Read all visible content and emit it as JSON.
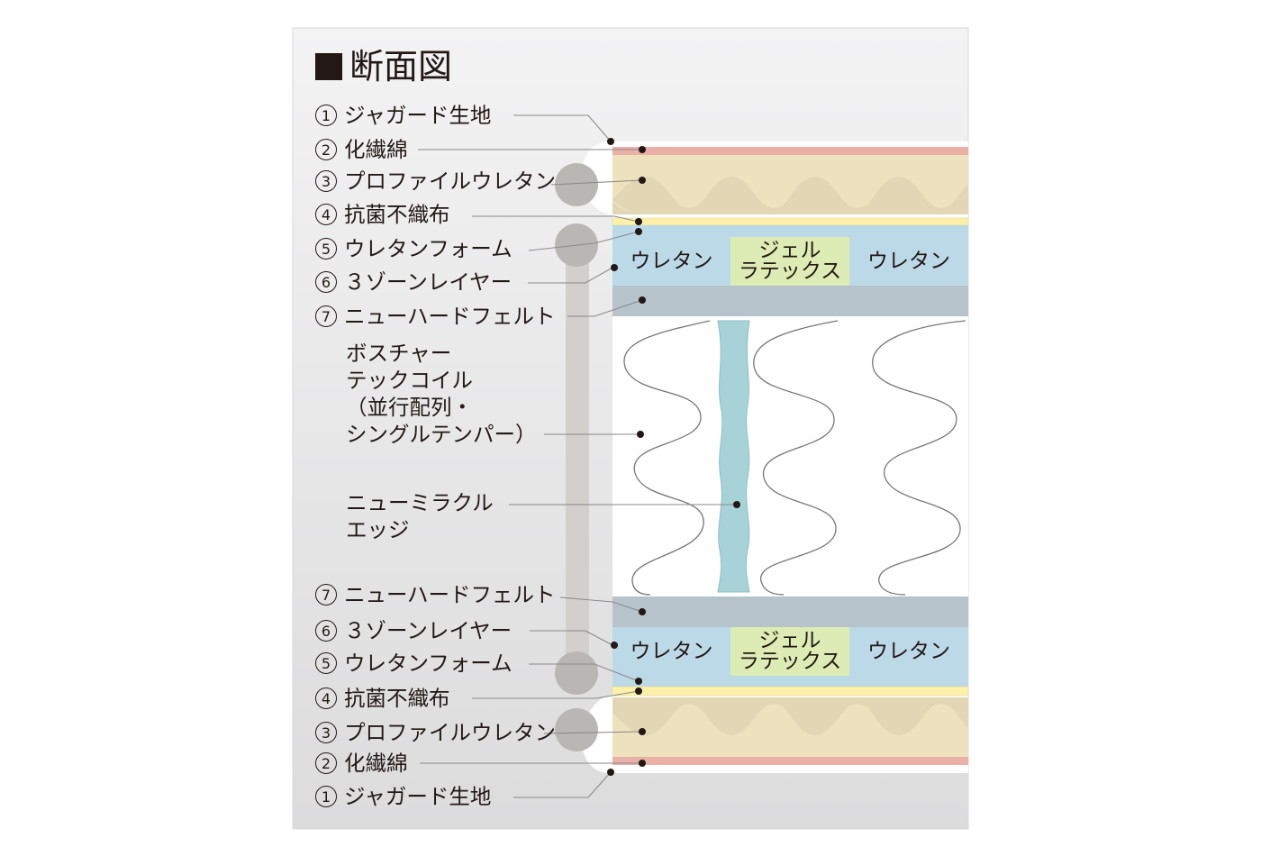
{
  "title": "断面図",
  "colors": {
    "panel_top": "#f3f3f4",
    "panel_bottom": "#dcdcdd",
    "ticking": "#e9b0a7",
    "cotton": "#f1c6bf",
    "profile_urethane": "#eee1be",
    "profile_bump": "#e2d6b4",
    "antibacterial": "#fdf1a9",
    "urethane_zone": "#bcd9e8",
    "gel_latex": "#dcecb4",
    "felt": "#b6c3cb",
    "edge_support": "#a7d3d8",
    "rail": "#d3cfcc",
    "dot_circle": "#b9b7b4",
    "text": "#231815"
  },
  "labels_top": [
    {
      "num": "1",
      "text": "ジャガード生地"
    },
    {
      "num": "2",
      "text": "化繊綿"
    },
    {
      "num": "3",
      "text": "プロファイルウレタン"
    },
    {
      "num": "4",
      "text": "抗菌不織布"
    },
    {
      "num": "5",
      "text": "ウレタンフォーム"
    },
    {
      "num": "6",
      "text": "３ゾーンレイヤー"
    },
    {
      "num": "7",
      "text": "ニューハードフェルト"
    }
  ],
  "labels_bottom": [
    {
      "num": "7",
      "text": "ニューハードフェルト"
    },
    {
      "num": "6",
      "text": "３ゾーンレイヤー"
    },
    {
      "num": "5",
      "text": "ウレタンフォーム"
    },
    {
      "num": "4",
      "text": "抗菌不織布"
    },
    {
      "num": "3",
      "text": "プロファイルウレタン"
    },
    {
      "num": "2",
      "text": "化繊綿"
    },
    {
      "num": "1",
      "text": "ジャガード生地"
    }
  ],
  "coil_label": {
    "line1": "ボスチャー",
    "line2": "テックコイル",
    "line3": "（並行配列・",
    "line4": "シングルテンパー）"
  },
  "edge_label": {
    "line1": "ニューミラクル",
    "line2": "エッジ"
  },
  "zone_layer": {
    "left": "ウレタン",
    "center_line1": "ジェル",
    "center_line2": "ラテックス",
    "right": "ウレタン"
  }
}
